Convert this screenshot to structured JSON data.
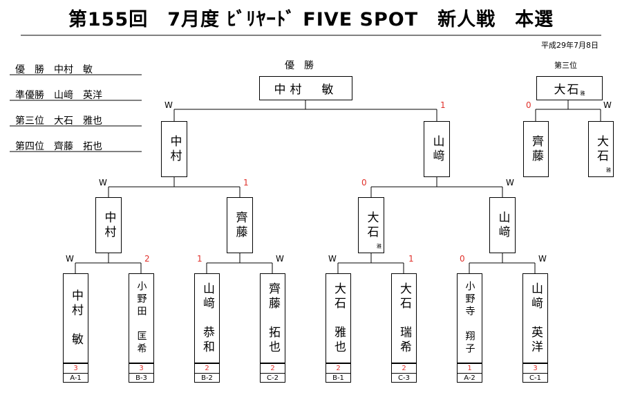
{
  "title": "第155回　7月度 ﾋﾞﾘﾔｰﾄﾞ FIVE SPOT　新人戦　本選",
  "date": "平成29年7月8日",
  "rankings": [
    "優　勝　中村　敏",
    "準優勝　山﨑　英洋",
    "第三位　大石　雅也",
    "第四位　齊藤　拓也"
  ],
  "final": {
    "label": "優　勝",
    "winner": "中村　敏",
    "left_result": "W",
    "right_result": "1"
  },
  "third_place": {
    "label": "第三位",
    "winner": "大石",
    "winner_small": "雅",
    "left_name": "齊藤",
    "right_name": "大石",
    "right_small": "雅",
    "left_result": "0",
    "right_result": "W"
  },
  "semifinal": [
    {
      "name": "中村",
      "left_result": "W",
      "right_result": "1"
    },
    {
      "name": "山﨑",
      "left_result": "0",
      "right_result": "W"
    }
  ],
  "quarterfinal": [
    {
      "name": "中村",
      "small": "",
      "left_result": "W",
      "right_result": "2"
    },
    {
      "name": "齊藤",
      "small": "",
      "left_result": "1",
      "right_result": "W"
    },
    {
      "name": "大石",
      "small": "雅",
      "left_result": "W",
      "right_result": "1"
    },
    {
      "name": "山﨑",
      "small": "",
      "left_result": "0",
      "right_result": "W"
    }
  ],
  "players": [
    {
      "name": "中村　敏",
      "seed": "3",
      "group": "A-1"
    },
    {
      "name": "小野田　匡希",
      "seed": "3",
      "group": "B-3"
    },
    {
      "name": "山﨑　恭和",
      "seed": "2",
      "group": "B-2"
    },
    {
      "name": "齊藤　拓也",
      "seed": "2",
      "group": "C-2"
    },
    {
      "name": "大石　雅也",
      "seed": "2",
      "group": "B-1"
    },
    {
      "name": "大石　瑞希",
      "seed": "2",
      "group": "C-3"
    },
    {
      "name": "小野寺　翔子",
      "seed": "1",
      "group": "A-2"
    },
    {
      "name": "山﨑　英洋",
      "seed": "3",
      "group": "C-1"
    }
  ]
}
